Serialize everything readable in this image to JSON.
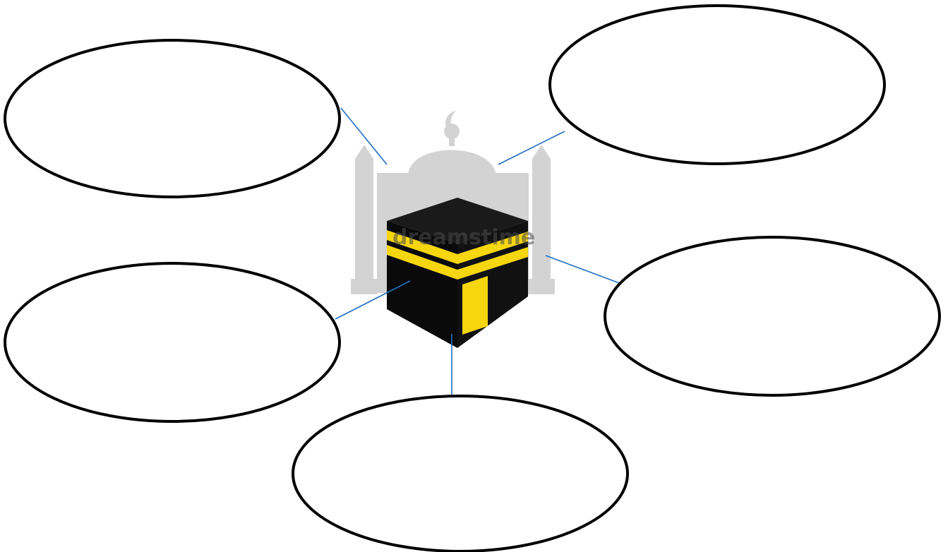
{
  "diagram": {
    "center_image": {
      "icon": "kaaba-mosque-icon",
      "watermark": "dreamstime"
    },
    "bubbles": [
      {
        "id": "top-left",
        "text": ""
      },
      {
        "id": "top-right",
        "text": ""
      },
      {
        "id": "middle-left",
        "text": ""
      },
      {
        "id": "middle-right",
        "text": ""
      },
      {
        "id": "bottom-center",
        "text": ""
      }
    ]
  },
  "colors": {
    "bubble_outline": "#000000",
    "connector": "#1f6fc1",
    "mosque_silhouette": "#d3d3d3",
    "kaaba_body": "#0a0a0a",
    "kaaba_band": "#f5d60f"
  }
}
